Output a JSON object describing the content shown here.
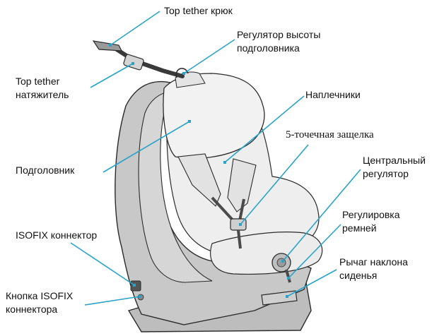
{
  "labels": {
    "top_tether_hook": "Top tether крюк",
    "headrest_height_adjuster": "Регулятор высоты\nподголовника",
    "top_tether_tensioner": "Top tether\nнатяжитель",
    "shoulder_pads": "Наплечники",
    "five_point_buckle": "5-точечная защелка",
    "headrest": "Подголовник",
    "central_adjuster": "Центральный\nрегулятор",
    "isofix_connector": "ISOFIX коннектор",
    "harness_adjustment": "Регулировка\nремней",
    "recline_lever": "Рычаг наклона\nсиденья",
    "isofix_button": "Кнопка ISOFIX\nконнектора"
  },
  "colors": {
    "leader_line": "#2aa3c7",
    "seat_shell": "#c8c8c8",
    "seat_fabric": "#eeeeee",
    "outline": "#2b2b2b",
    "tether_strap": "#3a3a3a"
  }
}
